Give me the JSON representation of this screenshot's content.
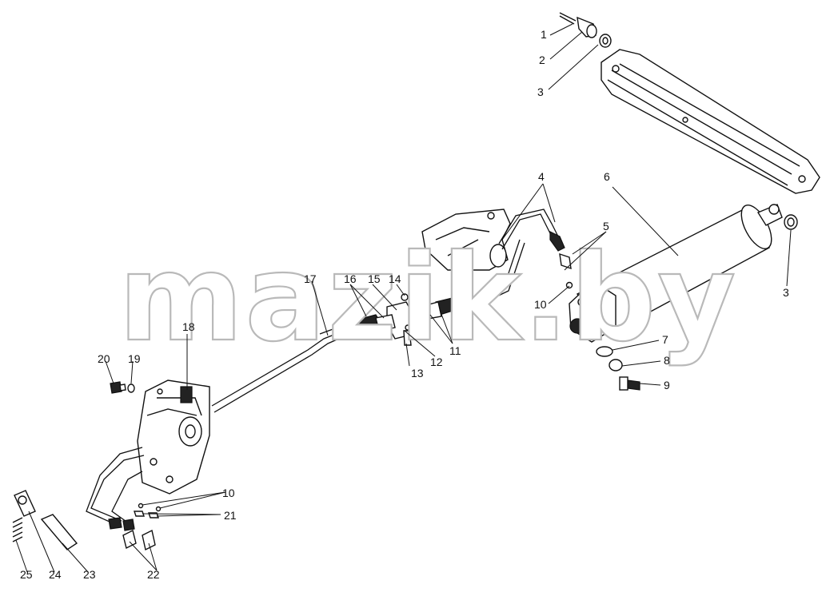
{
  "watermark": "mazik.by",
  "callouts": {
    "n1": "1",
    "n2": "2",
    "n3a": "3",
    "n3b": "3",
    "n4": "4",
    "n5": "5",
    "n6": "6",
    "n7": "7",
    "n8": "8",
    "n9": "9",
    "n10a": "10",
    "n10b": "10",
    "n11": "11",
    "n12": "12",
    "n13": "13",
    "n14": "14",
    "n15": "15",
    "n16": "16",
    "n17": "17",
    "n18": "18",
    "n19": "19",
    "n20": "20",
    "n21": "21",
    "n22": "22",
    "n23": "23",
    "n24": "24",
    "n25": "25"
  }
}
